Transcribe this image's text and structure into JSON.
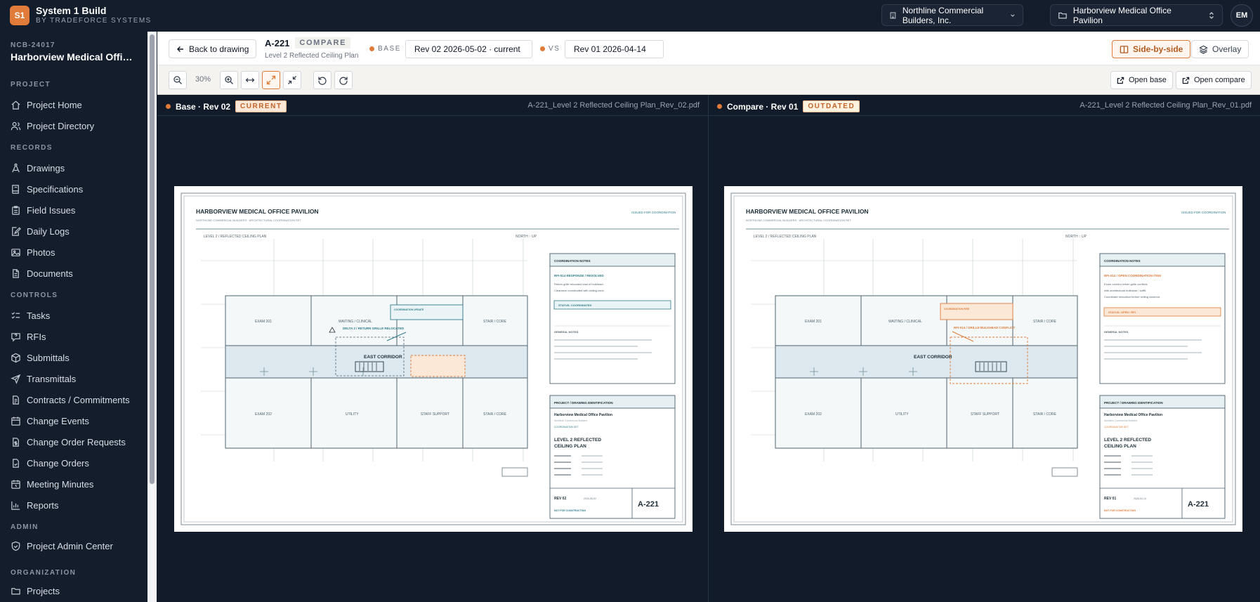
{
  "app": {
    "logo": "S1",
    "title": "System 1 Build",
    "subtitle": "BY TRADEFORCE SYSTEMS",
    "avatar": "EM"
  },
  "top": {
    "company": "Northline Commercial Builders, Inc.",
    "project": "Harborview Medical Office Pavilion"
  },
  "sidebar": {
    "code": "NCB-24017",
    "name": "Harborview Medical Office Pavilion",
    "sections": {
      "project": "PROJECT",
      "records": "RECORDS",
      "controls": "CONTROLS",
      "admin": "ADMIN",
      "organization": "ORGANIZATION"
    },
    "project_items": [
      "Project Home",
      "Project Directory"
    ],
    "records_items": [
      "Drawings",
      "Specifications",
      "Field Issues",
      "Daily Logs",
      "Photos",
      "Documents"
    ],
    "controls_items": [
      "Tasks",
      "RFIs",
      "Submittals",
      "Transmittals",
      "Contracts / Commitments",
      "Change Events",
      "Change Order Requests",
      "Change Orders",
      "Meeting Minutes",
      "Reports"
    ],
    "admin_items": [
      "Project Admin Center"
    ],
    "org_items": [
      "Projects"
    ]
  },
  "header": {
    "back": "Back to drawing",
    "sheet": "A-221",
    "mode": "COMPARE",
    "sheet_title": "Level 2 Reflected Ceiling Plan",
    "base_label": "BASE",
    "base_value": "Rev 02 2026-05-02 · current",
    "vs_label": "VS",
    "vs_value": "Rev 01 2026-04-14",
    "side_by_side": "Side-by-side",
    "overlay": "Overlay"
  },
  "toolbar": {
    "zoom": "30%",
    "open_base": "Open base",
    "open_compare": "Open compare"
  },
  "panes": {
    "left": {
      "title": "Base · Rev 02",
      "badge": "CURRENT",
      "file": "A-221_Level 2 Reflected Ceiling Plan_Rev_02.pdf"
    },
    "right": {
      "title": "Compare · Rev 01",
      "badge": "OUTDATED",
      "file": "A-221_Level 2 Reflected Ceiling Plan_Rev_01.pdf"
    }
  },
  "drawing": {
    "project": "HARBORVIEW MEDICAL OFFICE PAVILION",
    "org_line": "NORTHLINE COMMERCIAL BUILDERS · ARCHITECTURAL COORDINATION SET",
    "issued": "ISSUED FOR COORDINATION",
    "plan_label": "LEVEL 2 / REFLECTED CEILING PLAN",
    "north": "NORTH ↑ UP",
    "rooms_top": [
      "EXAM 201",
      "WAITING / CLINICAL",
      "STAIR / CORE"
    ],
    "rooms_bottom": [
      "EXAM 202",
      "UTILITY",
      "STAFF SUPPORT",
      "STAIR / CORE"
    ],
    "corridor": "EAST CORRIDOR",
    "notes_title": "COORDINATION NOTES",
    "general_notes": "GENERAL NOTES",
    "ident_title": "PROJECT / DRAWING IDENTIFICATION",
    "ident_project": "Harborview Medical Office Pavilion",
    "ident_org": "Northline Commercial Builders",
    "ident_set": "COORDINATION SET",
    "ident_sheet_title": [
      "LEVEL 2 REFLECTED",
      "CEILING PLAN"
    ],
    "sheet_no": "A-221",
    "not_for": "NOT FOR CONSTRUCTION",
    "left": {
      "delta_label": "DELTA 2 / RETURN GRILLE RELOCATED",
      "cloud_tag": "COORDINATION UPDATE",
      "note_head": "RFI-014 RESPONSE / RESOLVED",
      "note_lines": [
        "Return grille relocated east of bulkhead.",
        "Clearance coordinated with ceiling zone."
      ],
      "status": "STATUS: COORDINATED",
      "rev": "REV 02",
      "date": "2026-05-02"
    },
    "right": {
      "delta_label": "RFI-014 / GRILLE-BULKHEAD CONFLICT",
      "cloud_tag": "COORDINATION FIRE",
      "note_head": "RFI-014 / OPEN COORDINATION ITEM",
      "note_lines": [
        "Exam corridor return grille conflicts",
        "with architectural bulkhead / soffit.",
        "Coordinate relocation before ceiling closeout."
      ],
      "status": "STATUS: OPEN / RFI",
      "rev": "REV 01",
      "date": "2026-04-14"
    }
  },
  "colors": {
    "accent": "#e07b39",
    "current_bg": "#fde7d6",
    "outdated_bg": "#fff3e0",
    "corridor": "#dde9ef",
    "cloud_current": "#2f7d8a",
    "cloud_outdated": "#e07b39"
  }
}
